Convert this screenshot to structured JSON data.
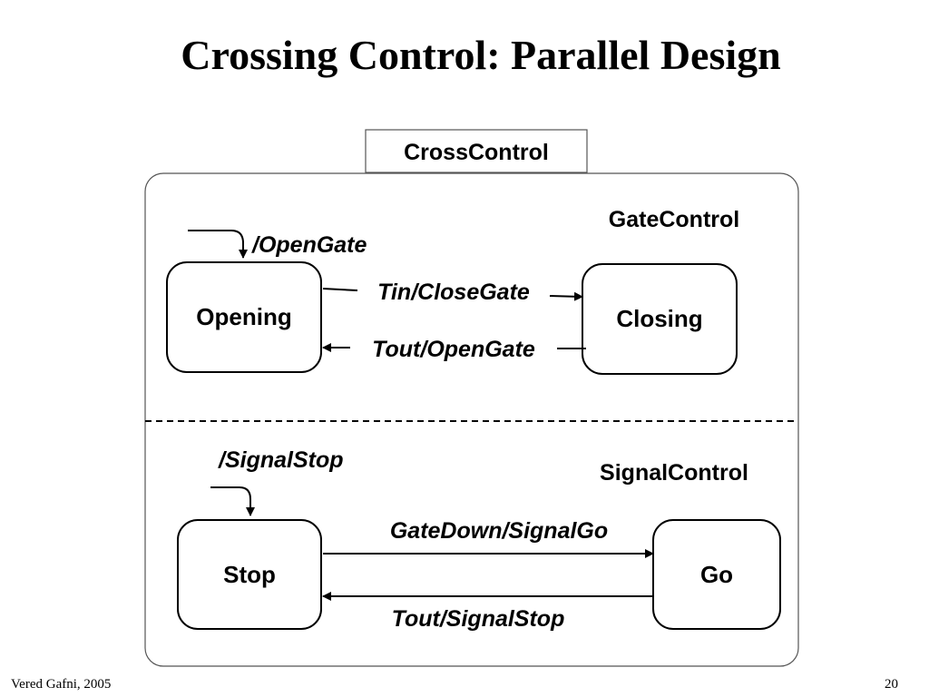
{
  "slide": {
    "title": "Crossing Control: Parallel Design",
    "footer_author": "Vered Gafni, 2005",
    "page_number": "20"
  },
  "diagram": {
    "container": "CrossControl",
    "regions": [
      {
        "name": "GateControl",
        "default_action": "/OpenGate",
        "states": [
          "Opening",
          "Closing"
        ],
        "transitions": [
          {
            "from": "Opening",
            "to": "Closing",
            "label": "Tin/CloseGate"
          },
          {
            "from": "Closing",
            "to": "Opening",
            "label": "Tout/OpenGate"
          }
        ]
      },
      {
        "name": "SignalControl",
        "default_action": "/SignalStop",
        "states": [
          "Stop",
          "Go"
        ],
        "transitions": [
          {
            "from": "Stop",
            "to": "Go",
            "label": "GateDown/SignalGo"
          },
          {
            "from": "Go",
            "to": "Stop",
            "label": "Tout/SignalStop"
          }
        ]
      }
    ]
  }
}
